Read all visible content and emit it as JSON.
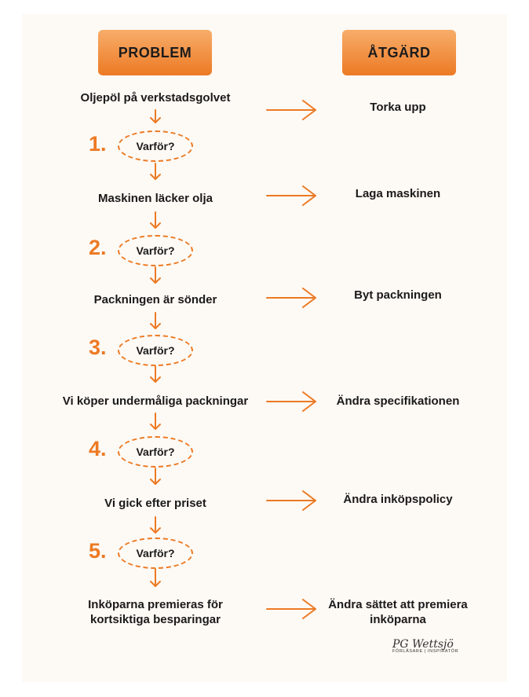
{
  "headers": {
    "problem": "PROBLEM",
    "action": "ÅTGÄRD"
  },
  "problems": [
    "Oljepöl på verkstadsgolvet",
    "Maskinen läcker olja",
    "Packningen är sönder",
    "Vi köper undermåliga packningar",
    "Vi gick efter priset",
    "Inköparna premieras för kortsiktiga besparingar"
  ],
  "actions": [
    "Torka upp",
    "Laga maskinen",
    "Byt packningen",
    "Ändra specifikationen",
    "Ändra inköpspolicy",
    "Ändra sättet att premiera inköparna"
  ],
  "whys": [
    {
      "number": "1.",
      "label": "Varför?"
    },
    {
      "number": "2.",
      "label": "Varför?"
    },
    {
      "number": "3.",
      "label": "Varför?"
    },
    {
      "number": "4.",
      "label": "Varför?"
    },
    {
      "number": "5.",
      "label": "Varför?"
    }
  ],
  "logo": {
    "name": "PG Wettsjö",
    "tagline": "FÖRLÄSARE | INSPIRATÖR"
  },
  "colors": {
    "accent": "#ec7a24",
    "text": "#1a1a1a",
    "background": "#fdf9f4"
  }
}
